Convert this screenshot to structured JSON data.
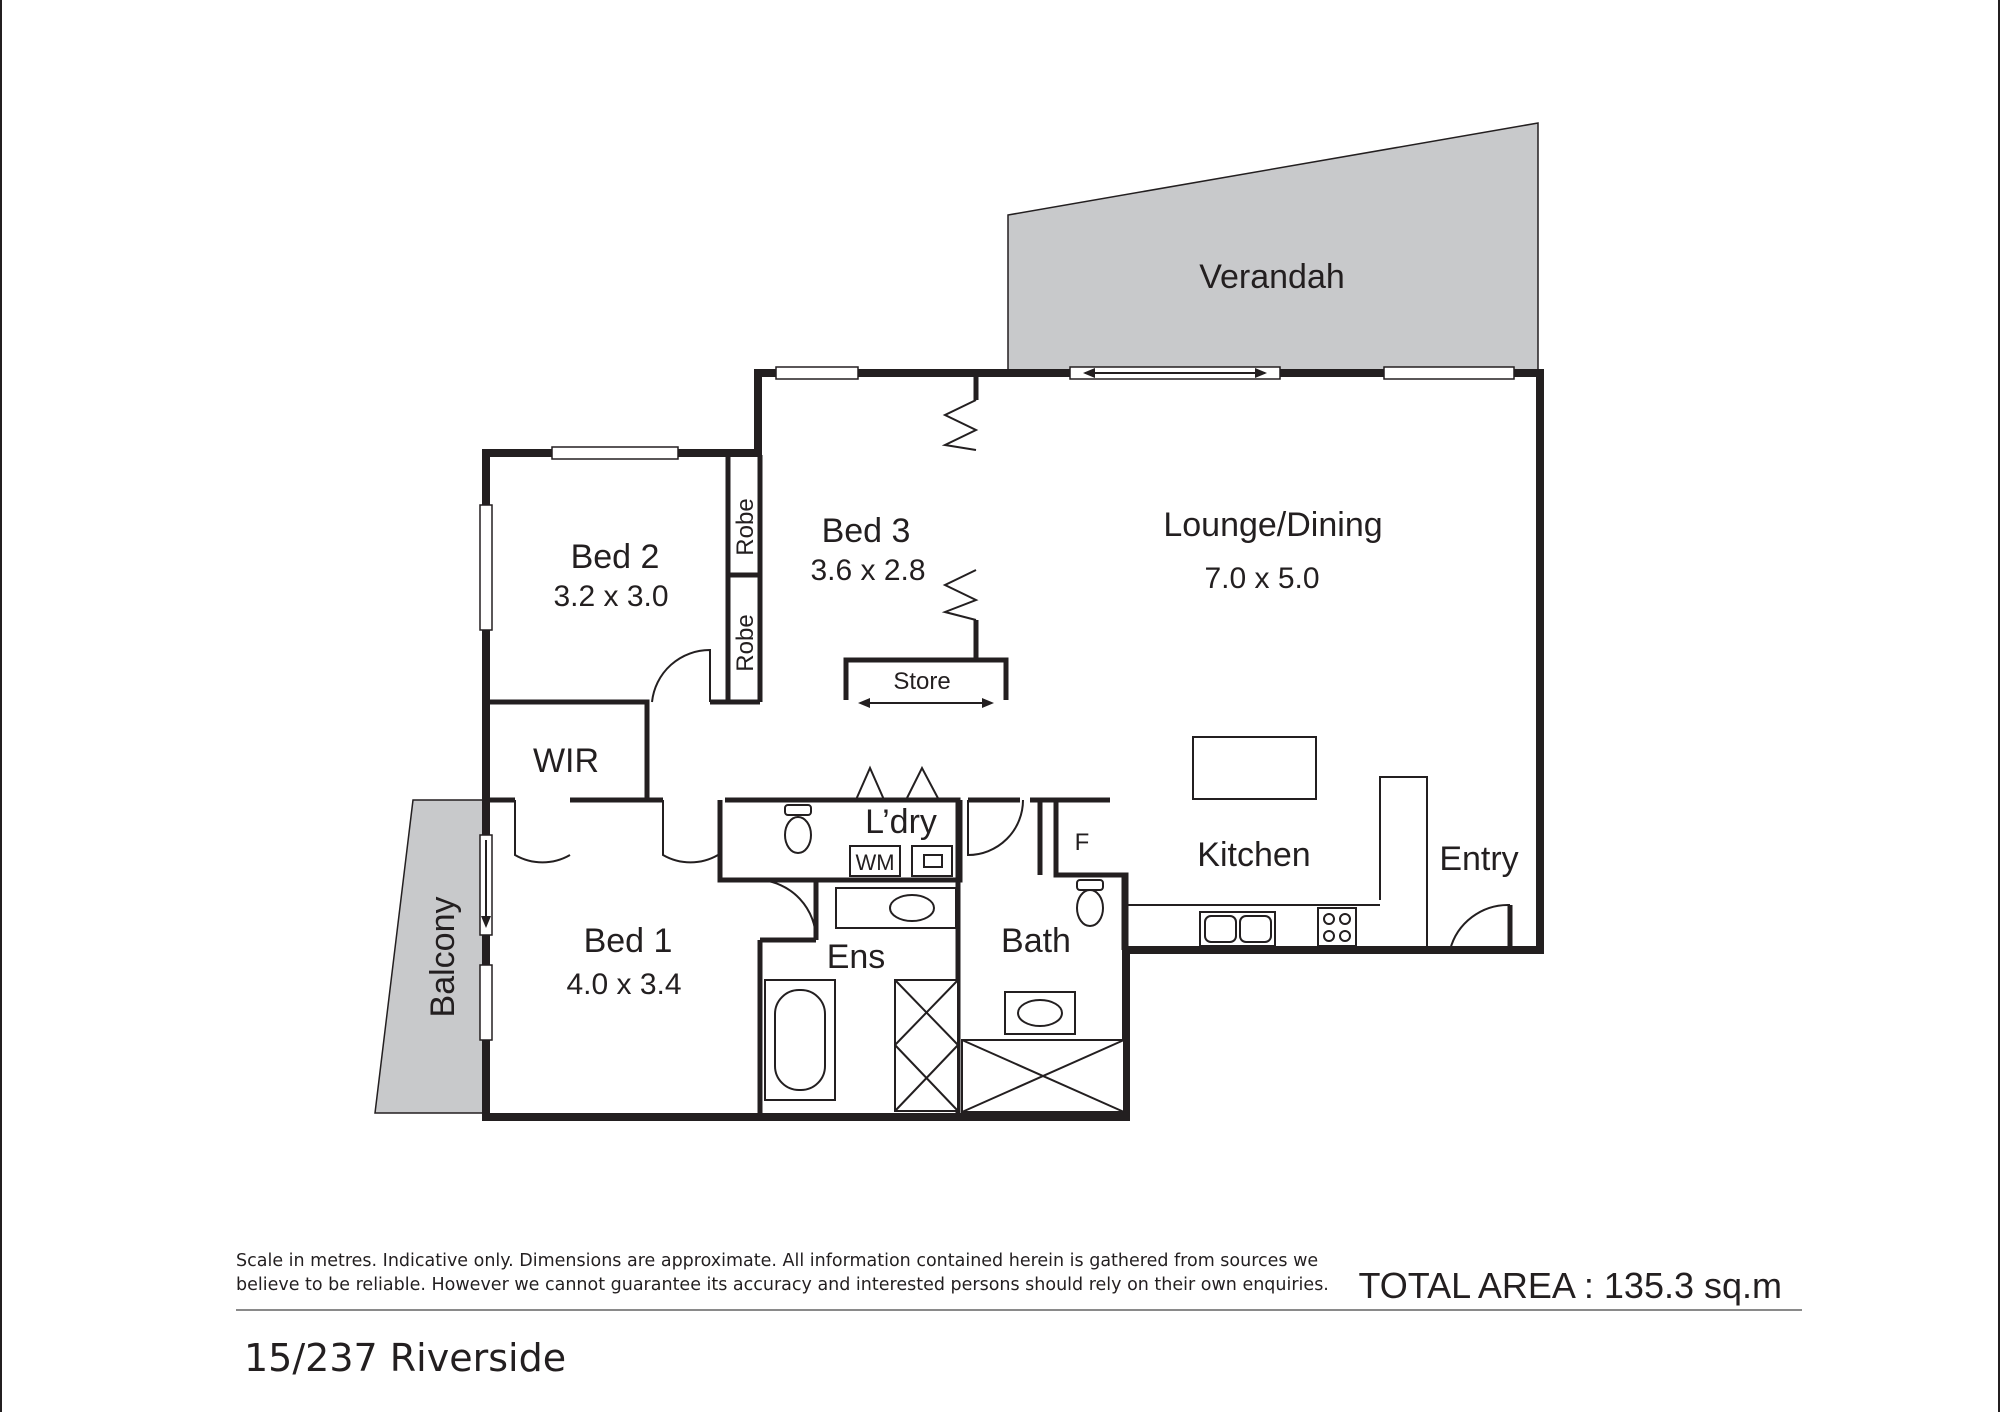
{
  "floorplan": {
    "rooms": {
      "verandah": "Verandah",
      "bed3": {
        "name": "Bed 3",
        "size": "3.6 x 2.8"
      },
      "lounge": {
        "name": "Lounge/Dining",
        "size": "7.0 x 5.0"
      },
      "bed2": {
        "name": "Bed 2",
        "size": "3.2 x 3.0"
      },
      "robe_upper": "Robe",
      "robe_lower": "Robe",
      "store": "Store",
      "wir": "WIR",
      "laundry": "L’dry",
      "wm": "WM",
      "fridge": "F",
      "kitchen": "Kitchen",
      "entry": "Entry",
      "bed1": {
        "name": "Bed 1",
        "size": "4.0 x 3.4"
      },
      "ensuite": "Ens",
      "bath": "Bath",
      "balcony": "Balcony"
    },
    "disclaimer_line1": "Scale in metres. Indicative only. Dimensions are approximate. All information contained herein is gathered from sources we",
    "disclaimer_line2": "believe to be reliable. However we cannot guarantee its accuracy and interested persons should rely on their own enquiries.",
    "total_area": "TOTAL AREA :  135.3 sq.m",
    "address": "15/237 Riverside"
  },
  "colors": {
    "wall": "#231f20",
    "outdoor_area": "#c8c9cb",
    "background": "#ffffff"
  }
}
